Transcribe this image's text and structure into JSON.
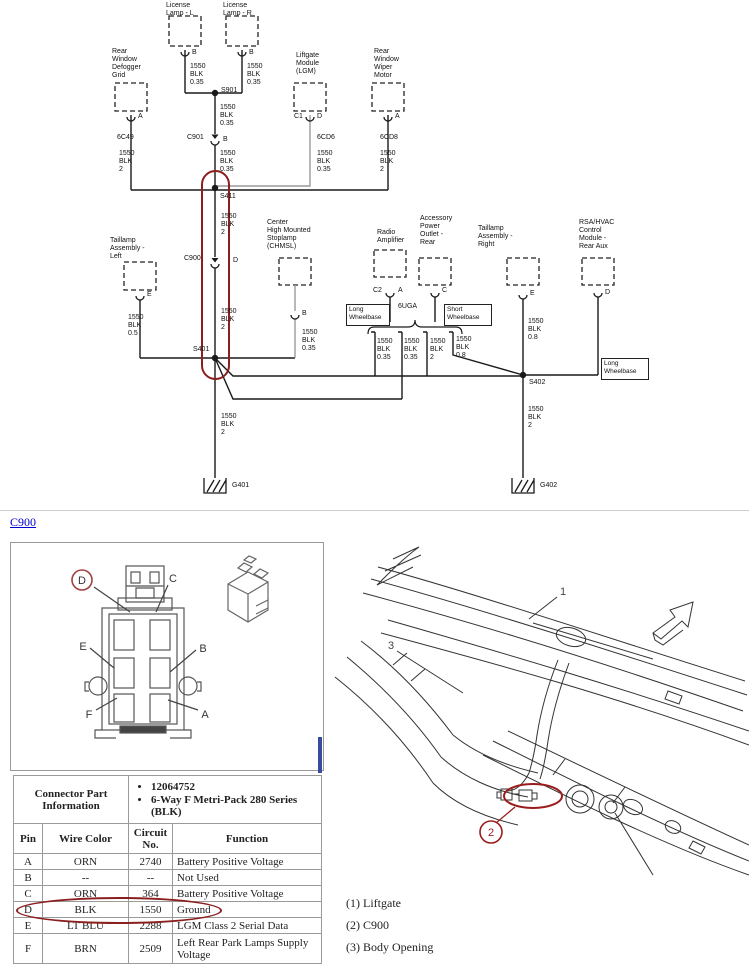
{
  "colors": {
    "highlight_red": "#8b1f1f",
    "link_blue": "#0000cc",
    "scrollbar_blue": "#3a4aa0",
    "wire_black": "#1a1a1a",
    "wire_gray": "#9a9a9a"
  },
  "schematic": {
    "license_lamp_l": {
      "label": "License\nLamp - L",
      "pin": "B",
      "wire": "1550\nBLK\n0.35"
    },
    "license_lamp_r": {
      "label": "License\nLamp - R",
      "pin": "B",
      "wire": "1550\nBLK\n0.35"
    },
    "splice_s901": "S901",
    "wire_s901_c901": "1550\nBLK\n0.35",
    "c901": {
      "label": "C901",
      "pin": "B"
    },
    "wire_c901_s411": "1550\nBLK\n0.35",
    "splice_s411": "S411",
    "defogger": {
      "label": "Rear\nWindow\nDefogger\nGrid",
      "pin": "A",
      "code": "6C49",
      "wire": "1550\nBLK\n2"
    },
    "liftgate_module": {
      "label": "Liftgate\nModule\n(LGM)",
      "pin_left": "C1",
      "pin": "D",
      "code": "6CD6",
      "wire": "1550\nBLK\n0.35"
    },
    "wiper_motor": {
      "label": "Rear\nWindow\nWiper\nMotor",
      "pin": "A",
      "code": "6CD8",
      "wire": "1550\nBLK\n2"
    },
    "wire_s411_c900": "1550\nBLK\n2",
    "c900": {
      "label": "C900",
      "pin": "D"
    },
    "wire_c900_s401": "1550\nBLK\n2",
    "splice_s401": "S401",
    "taillamp_left": {
      "label": "Taillamp\nAssembly -\nLeft",
      "pin": "E",
      "wire": "1550\nBLK\n0.5"
    },
    "chmsl": {
      "label": "Center\nHigh Mounted\nStoplamp\n(CHMSL)",
      "pin": "B",
      "wire": "1550\nBLK\n0.35"
    },
    "radio_amplifier": {
      "label": "Radio\nAmplifier",
      "pin_left": "C2",
      "pin": "A",
      "code": "6UGA"
    },
    "accessory_outlet": {
      "label": "Accessory\nPower\nOutlet -\nRear",
      "pin": "C"
    },
    "long_wheelbase_left": "Long\nWheelbase",
    "short_wheelbase": "Short\nWheelbase",
    "option_wires": [
      "1550\nBLK\n0.35",
      "1550\nBLK\n0.35",
      "1550\nBLK\n2",
      "1550\nBLK\n0.8"
    ],
    "taillamp_right": {
      "label": "Taillamp\nAssembly -\nRight",
      "pin": "E",
      "wire": "1550\nBLK\n0.8"
    },
    "rsa_hvac": {
      "label": "RSA/HVAC\nControl\nModule -\nRear Aux",
      "pin": "D"
    },
    "splice_s402": "S402",
    "long_wheelbase_right": "Long\nWheelbase",
    "wire_s401_g401": "1550\nBLK\n2",
    "ground_g401": "G401",
    "wire_s402_g402": "1550\nBLK\n2",
    "ground_g402": "G402"
  },
  "connector_detail": {
    "link_label": "C900",
    "pin_labels": {
      "a": "A",
      "b": "B",
      "c": "C",
      "d": "D",
      "e": "E",
      "f": "F"
    },
    "part_info_header": "Connector Part Information",
    "part_numbers": [
      "12064752",
      "6-Way F Metri-Pack 280 Series (BLK)"
    ],
    "table": {
      "columns": {
        "pin": "Pin",
        "wire_color": "Wire Color",
        "circuit": "Circuit\nNo.",
        "function": "Function"
      },
      "rows": [
        {
          "pin": "A",
          "wire_color": "ORN",
          "circuit": "2740",
          "function": "Battery Positive Voltage"
        },
        {
          "pin": "B",
          "wire_color": "--",
          "circuit": "--",
          "function": "Not Used"
        },
        {
          "pin": "C",
          "wire_color": "ORN",
          "circuit": "364",
          "function": "Battery Positive Voltage"
        },
        {
          "pin": "D",
          "wire_color": "BLK",
          "circuit": "1550",
          "function": "Ground"
        },
        {
          "pin": "E",
          "wire_color": "LT BLU",
          "circuit": "2288",
          "function": "LGM Class 2 Serial Data"
        },
        {
          "pin": "F",
          "wire_color": "BRN",
          "circuit": "2509",
          "function": "Left Rear Park Lamps Supply Voltage"
        }
      ]
    }
  },
  "location_view": {
    "callout_1": "1",
    "callout_2": "2",
    "callout_3": "3",
    "legend": [
      "(1) Liftgate",
      "(2) C900",
      "(3) Body Opening"
    ]
  }
}
